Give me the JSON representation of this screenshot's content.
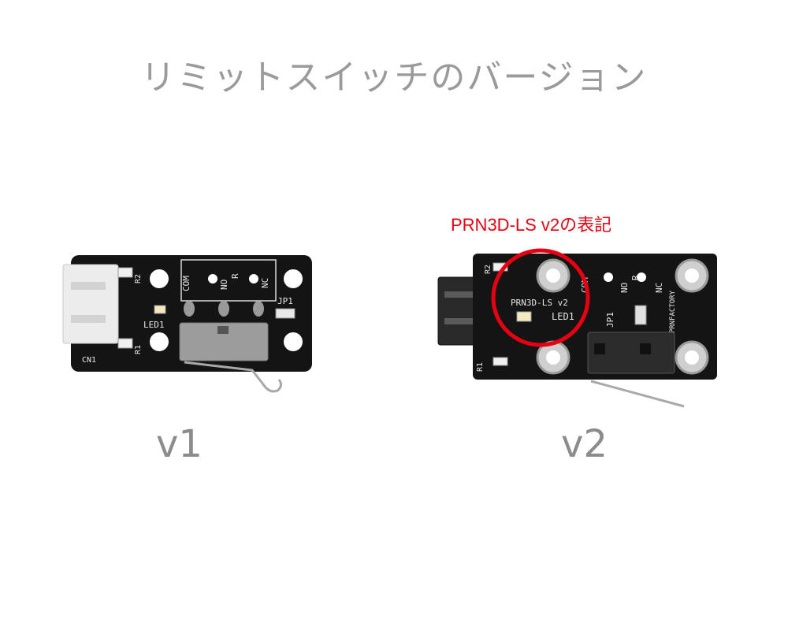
{
  "title": "リミットスイッチのバージョン",
  "annotation": "PRN3D-LS v2の表記",
  "boards": [
    {
      "label": "v1",
      "silkscreen": {
        "com": "COM",
        "no": "NO",
        "r": "R",
        "nc": "NC",
        "led": "LED1",
        "jp": "JP1",
        "r1": "R1",
        "r2": "R2",
        "cn": "CN1"
      }
    },
    {
      "label": "v2",
      "silkscreen": {
        "model": "PRN3D-LS v2",
        "led": "LED1",
        "jp": "JP1",
        "com": "COM",
        "no": "NO",
        "r": "R",
        "nc": "NC",
        "r1": "R1",
        "r2": "R2",
        "brand": "3DPRNFACTORY"
      }
    }
  ],
  "colors": {
    "pcb": "#141414",
    "highlight": "#e60012",
    "title": "#9a9a9a"
  }
}
